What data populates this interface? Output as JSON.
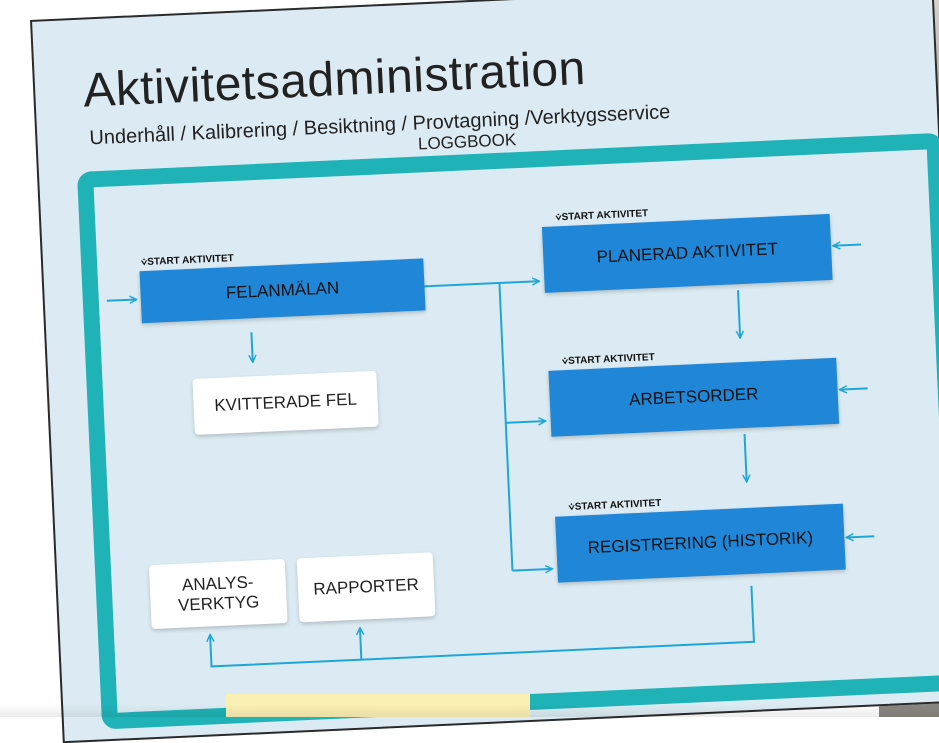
{
  "title": "Aktivitetsadministration",
  "subtitle": "Underhåll / Kalibrering / Besiktning / Provtagning /Verktygsservice",
  "frame_label": "LOGGBOOK",
  "start_label": "START AKTIVITET",
  "boxes": {
    "felanmalan": "FELANMÄLAN",
    "kvitterade_fel": "KVITTERADE FEL",
    "planerad_aktivitet": "PLANERAD AKTIVITET",
    "arbetsorder": "ARBETSORDER",
    "registrering": "REGISTRERING (HISTORIK)",
    "analysverktyg_line1": "ANALYS-",
    "analysverktyg_line2": "VERKTYG",
    "rapporter": "RAPPORTER"
  },
  "colors": {
    "board": "#dcebf3",
    "frame": "#1fb3b8",
    "active_box": "#1f86d8",
    "arrow": "#1fa6d8"
  }
}
